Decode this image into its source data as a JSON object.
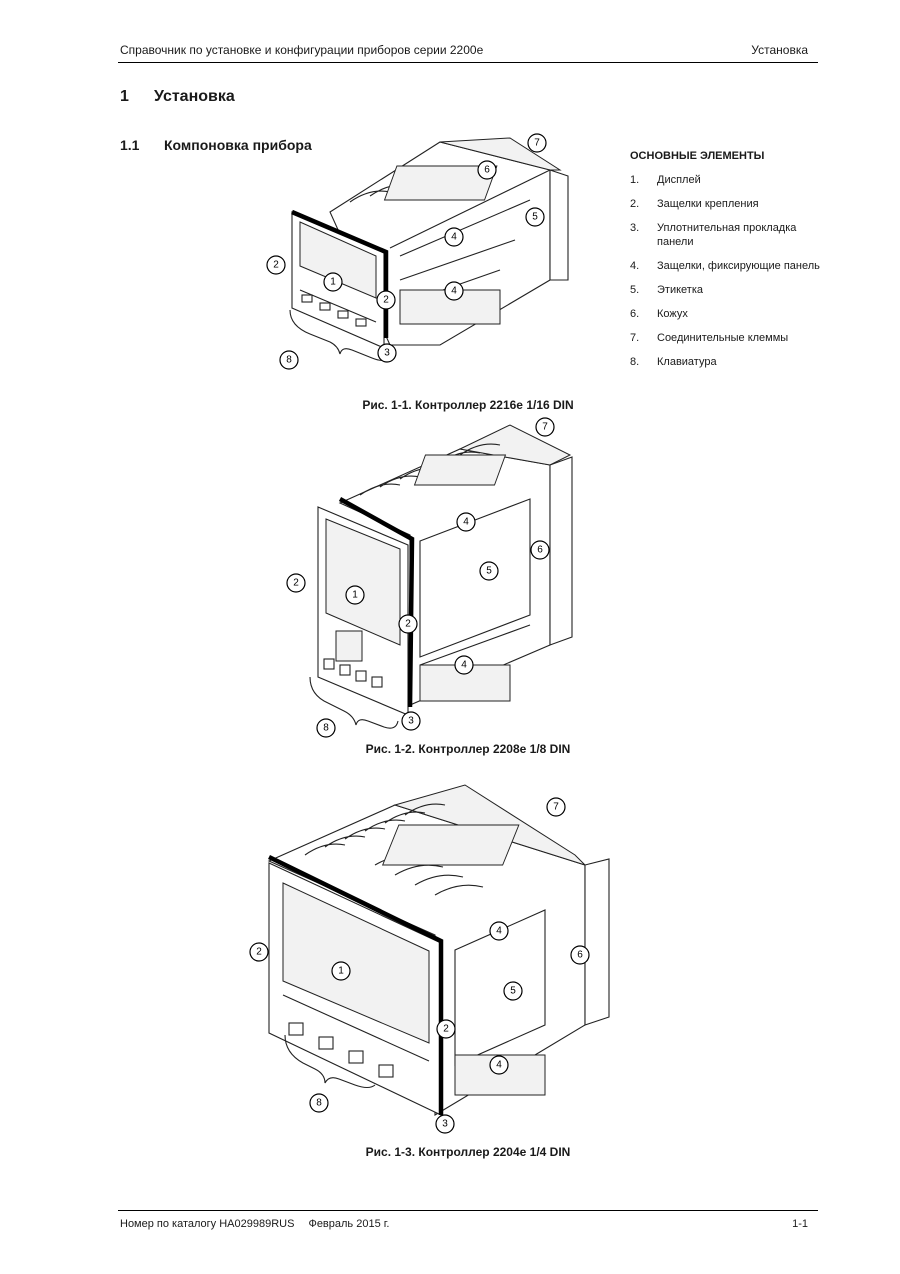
{
  "header": {
    "left": "Справочник по установке и конфигурации приборов серии 2200е",
    "right": "Установка"
  },
  "section": {
    "number": "1",
    "title": "Установка"
  },
  "subsection": {
    "number": "1.1",
    "title": "Компоновка прибора"
  },
  "elements": {
    "title": "ОСНОВНЫЕ ЭЛЕМЕНТЫ",
    "items": [
      {
        "n": "1.",
        "label": "Дисплей"
      },
      {
        "n": "2.",
        "label": "Защелки крепления"
      },
      {
        "n": "3.",
        "label": "Уплотнительная прокладка панели"
      },
      {
        "n": "4.",
        "label": "Защелки, фиксирующие панель"
      },
      {
        "n": "5.",
        "label": "Этикетка"
      },
      {
        "n": "6.",
        "label": "Кожух"
      },
      {
        "n": "7.",
        "label": "Соединительные клеммы"
      },
      {
        "n": "8.",
        "label": "Клавиатура"
      }
    ]
  },
  "figures": [
    {
      "caption": "Рис. 1-1. Контроллер 2216е 1/16 DIN"
    },
    {
      "caption": "Рис. 1-2. Контроллер 2208е 1/8 DIN"
    },
    {
      "caption": "Рис. 1-3. Контроллер 2204е 1/4 DIN"
    }
  ],
  "callouts": [
    "1",
    "2",
    "3",
    "4",
    "5",
    "6",
    "7",
    "8"
  ],
  "footer": {
    "catalog": "Номер по каталогу HA029989RUS",
    "date": "Февраль 2015 г.",
    "page": "1-1"
  }
}
